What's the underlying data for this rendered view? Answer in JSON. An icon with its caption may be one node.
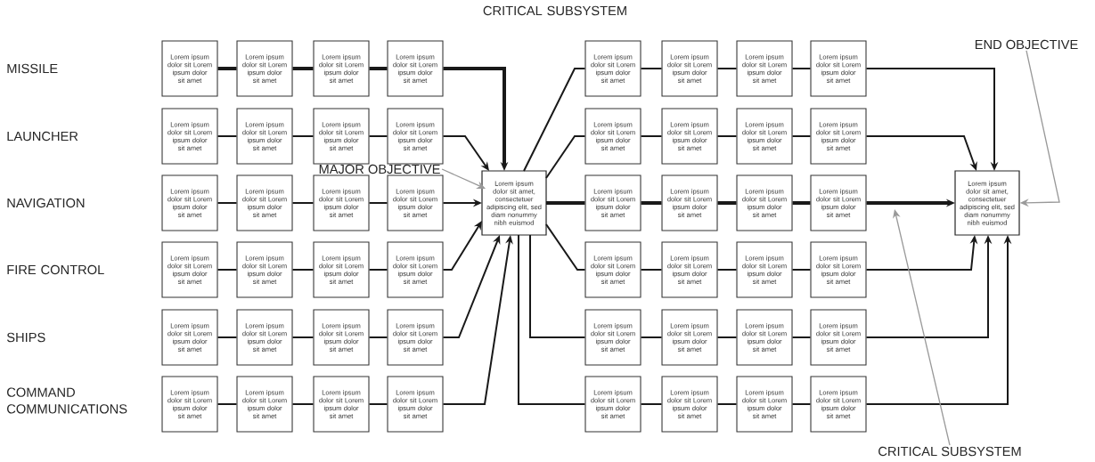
{
  "diagram": {
    "nodes": [
      {
        "text": [
          "Lorem ipsum dolor sit Lorem ipsum dolor sit amet"
        ]
      },
      {
        "text": [
          "Lorem ipsum dolor sit Lorem ipsum dolor sit amet"
        ]
      },
      {
        "text": [
          "Lorem ipsum dolor sit Lorem ipsum dolor sit amet"
        ]
      },
      {
        "text": [
          "Lorem ipsum dolor sit Lorem ipsum dolor sit amet"
        ]
      },
      {
        "text": [
          "Lorem ipsum dolor sit Lorem ipsum dolor sit amet"
        ]
      },
      {
        "text": [
          "Lorem ipsum dolor sit Lorem ipsum dolor sit amet"
        ]
      },
      {
        "text": [
          "Lorem ipsum dolor sit Lorem ipsum dolor sit amet"
        ]
      },
      {
        "text": [
          "Lorem ipsum dolor sit Lorem ipsum dolor sit amet"
        ]
      },
      {
        "text": [
          "Lorem ipsum dolor sit Lorem ipsum dolor sit amet"
        ]
      },
      {
        "text": [
          "Lorem ipsum dolor sit Lorem ipsum dolor sit amet"
        ]
      },
      {
        "text": [
          "Lorem ipsum dolor sit Lorem ipsum dolor sit amet"
        ]
      },
      {
        "text": [
          "Lorem ipsum dolor sit Lorem ipsum dolor sit amet"
        ]
      },
      {
        "text": [
          "Lorem ipsum dolor sit Lorem ipsum dolor sit amet"
        ]
      },
      {
        "text": [
          "Lorem ipsum dolor sit Lorem ipsum dolor sit amet"
        ]
      },
      {
        "text": [
          "Lorem ipsum dolor sit Lorem ipsum dolor sit amet"
        ]
      },
      {
        "text": [
          "Lorem ipsum dolor sit Lorem ipsum dolor sit amet"
        ]
      },
      {
        "text": [
          "Lorem ipsum dolor sit Lorem ipsum dolor sit amet"
        ]
      },
      {
        "text": [
          "Lorem ipsum dolor sit Lorem ipsum dolor sit amet"
        ]
      },
      {
        "text": [
          "Lorem ipsum dolor sit Lorem ipsum dolor sit amet"
        ]
      },
      {
        "text": [
          "Lorem ipsum dolor sit Lorem ipsum dolor sit amet"
        ]
      },
      {
        "text": [
          "Lorem ipsum dolor sit Lorem ipsum dolor sit amet"
        ]
      },
      {
        "text": [
          "Lorem ipsum dolor sit Lorem ipsum dolor sit amet"
        ]
      },
      {
        "text": [
          "Lorem ipsum dolor sit Lorem ipsum dolor sit amet"
        ]
      },
      {
        "text": [
          "Lorem ipsum dolor sit Lorem ipsum dolor sit amet"
        ]
      },
      {
        "text": [
          "Lorem ipsum dolor sit amet, consectetuer adipiscing elit, sed diam nonummy nibh euismod"
        ]
      },
      {
        "text": [
          "Lorem ipsum dolor sit Lorem ipsum dolor sit amet"
        ]
      },
      {
        "text": [
          "Lorem ipsum dolor sit Lorem ipsum dolor sit amet"
        ]
      },
      {
        "text": [
          "Lorem ipsum dolor sit Lorem ipsum dolor sit amet"
        ]
      },
      {
        "text": [
          "Lorem ipsum dolor sit Lorem ipsum dolor sit amet"
        ]
      },
      {
        "text": [
          "Lorem ipsum dolor sit Lorem ipsum dolor sit amet"
        ]
      },
      {
        "text": [
          "Lorem ipsum dolor sit Lorem ipsum dolor sit amet"
        ]
      },
      {
        "text": [
          "Lorem ipsum dolor sit Lorem ipsum dolor sit amet"
        ]
      },
      {
        "text": [
          "Lorem ipsum dolor sit Lorem ipsum dolor sit amet"
        ]
      },
      {
        "text": [
          "Lorem ipsum dolor sit Lorem ipsum dolor sit amet"
        ]
      },
      {
        "text": [
          "Lorem ipsum dolor sit Lorem ipsum dolor sit amet"
        ]
      },
      {
        "text": [
          "Lorem ipsum dolor sit Lorem ipsum dolor sit amet"
        ]
      },
      {
        "text": [
          "Lorem ipsum dolor sit Lorem ipsum dolor sit amet"
        ]
      },
      {
        "text": [
          "Lorem ipsum dolor sit Lorem ipsum dolor sit amet"
        ]
      },
      {
        "text": [
          "Lorem ipsum dolor sit Lorem ipsum dolor sit amet"
        ]
      },
      {
        "text": [
          "Lorem ipsum dolor sit Lorem ipsum dolor sit amet"
        ]
      },
      {
        "text": [
          "Lorem ipsum dolor sit Lorem ipsum dolor sit amet"
        ]
      },
      {
        "text": [
          "Lorem ipsum dolor sit Lorem ipsum dolor sit amet"
        ]
      },
      {
        "text": [
          "Lorem ipsum dolor sit Lorem ipsum dolor sit amet"
        ]
      },
      {
        "text": [
          "Lorem ipsum dolor sit Lorem ipsum dolor sit amet"
        ]
      },
      {
        "text": [
          "Lorem ipsum dolor sit Lorem ipsum dolor sit amet"
        ]
      },
      {
        "text": [
          "Lorem ipsum dolor sit Lorem ipsum dolor sit amet"
        ]
      },
      {
        "text": [
          "Lorem ipsum dolor sit Lorem ipsum dolor sit amet"
        ]
      },
      {
        "text": [
          "Lorem ipsum dolor sit Lorem ipsum dolor sit amet"
        ]
      },
      {
        "text": [
          "Lorem ipsum dolor sit Lorem ipsum dolor sit amet"
        ]
      },
      {
        "text": [
          "Lorem ipsum dolor sit amet, consectetuer adipiscing elit, sed diam nonummy nibh euismod"
        ]
      },
      {
        "text": [
          "MAJOR OBJECTIVE"
        ]
      },
      {
        "text": [
          "END OBJECTIVE"
        ]
      },
      {
        "text": [
          "CRITICAL SUBSYSTEM"
        ]
      }
    ],
    "edges": [
      {
        "from": 0,
        "to": 1,
        "arrow": "none",
        "style": "thick"
      },
      {
        "from": 1,
        "to": 2,
        "arrow": "none",
        "style": "thick"
      },
      {
        "from": 2,
        "to": 3,
        "arrow": "none",
        "style": "thick"
      },
      {
        "from": 3,
        "to": 24,
        "arrow": "to",
        "style": "thick"
      },
      {
        "from": 4,
        "to": 5,
        "arrow": "none"
      },
      {
        "from": 5,
        "to": 6,
        "arrow": "none"
      },
      {
        "from": 6,
        "to": 7,
        "arrow": "none"
      },
      {
        "from": 7,
        "to": 24,
        "arrow": "to"
      },
      {
        "from": 8,
        "to": 9,
        "arrow": "none"
      },
      {
        "from": 9,
        "to": 10,
        "arrow": "none"
      },
      {
        "from": 10,
        "to": 11,
        "arrow": "none"
      },
      {
        "from": 11,
        "to": 24,
        "arrow": "to"
      },
      {
        "from": 12,
        "to": 13,
        "arrow": "none"
      },
      {
        "from": 13,
        "to": 14,
        "arrow": "none"
      },
      {
        "from": 14,
        "to": 15,
        "arrow": "none"
      },
      {
        "from": 15,
        "to": 24,
        "arrow": "to"
      },
      {
        "from": 16,
        "to": 17,
        "arrow": "none"
      },
      {
        "from": 17,
        "to": 18,
        "arrow": "none"
      },
      {
        "from": 18,
        "to": 19,
        "arrow": "none"
      },
      {
        "from": 19,
        "to": 24,
        "arrow": "to"
      },
      {
        "from": 20,
        "to": 21,
        "arrow": "none"
      },
      {
        "from": 21,
        "to": 22,
        "arrow": "none"
      },
      {
        "from": 22,
        "to": 23,
        "arrow": "none"
      },
      {
        "from": 23,
        "to": 24,
        "arrow": "to"
      },
      {
        "from": 24,
        "to": 25,
        "arrow": "none"
      },
      {
        "from": 25,
        "to": 26,
        "arrow": "none"
      },
      {
        "from": 26,
        "to": 27,
        "arrow": "none"
      },
      {
        "from": 27,
        "to": 28,
        "arrow": "none"
      },
      {
        "from": 28,
        "to": 49,
        "arrow": "to"
      },
      {
        "from": 24,
        "to": 29,
        "arrow": "none"
      },
      {
        "from": 29,
        "to": 30,
        "arrow": "none"
      },
      {
        "from": 30,
        "to": 31,
        "arrow": "none"
      },
      {
        "from": 31,
        "to": 32,
        "arrow": "none"
      },
      {
        "from": 32,
        "to": 49,
        "arrow": "to"
      },
      {
        "from": 24,
        "to": 33,
        "arrow": "none",
        "style": "thick"
      },
      {
        "from": 33,
        "to": 34,
        "arrow": "none",
        "style": "thick"
      },
      {
        "from": 34,
        "to": 35,
        "arrow": "none",
        "style": "thick"
      },
      {
        "from": 35,
        "to": 36,
        "arrow": "none",
        "style": "thick"
      },
      {
        "from": 36,
        "to": 49,
        "arrow": "to",
        "style": "thick"
      },
      {
        "from": 24,
        "to": 37,
        "arrow": "none"
      },
      {
        "from": 37,
        "to": 38,
        "arrow": "none"
      },
      {
        "from": 38,
        "to": 39,
        "arrow": "none"
      },
      {
        "from": 39,
        "to": 40,
        "arrow": "none"
      },
      {
        "from": 40,
        "to": 49,
        "arrow": "to"
      },
      {
        "from": 24,
        "to": 41,
        "arrow": "none"
      },
      {
        "from": 41,
        "to": 42,
        "arrow": "none"
      },
      {
        "from": 42,
        "to": 43,
        "arrow": "none"
      },
      {
        "from": 43,
        "to": 44,
        "arrow": "none"
      },
      {
        "from": 44,
        "to": 49,
        "arrow": "to"
      },
      {
        "from": 24,
        "to": 45,
        "arrow": "none"
      },
      {
        "from": 45,
        "to": 46,
        "arrow": "none"
      },
      {
        "from": 46,
        "to": 47,
        "arrow": "none"
      },
      {
        "from": 47,
        "to": 48,
        "arrow": "none"
      },
      {
        "from": 48,
        "to": 49,
        "arrow": "to"
      },
      {
        "from": 50,
        "to": 24,
        "arrow": "to",
        "color": "#999999"
      },
      {
        "from": 51,
        "to": 49,
        "arrow": "to",
        "color": "#999999"
      },
      {
        "from": 52,
        "to": null,
        "arrow": "to",
        "color": "#999999"
      }
    ],
    "labels": [
      "CRITICAL SUBSYSTEM",
      "MISSILE",
      "LAUNCHER",
      "NAVIGATION",
      "FIRE CONTROL",
      "SHIPS",
      "COMMAND COMMUNICATIONS"
    ]
  }
}
